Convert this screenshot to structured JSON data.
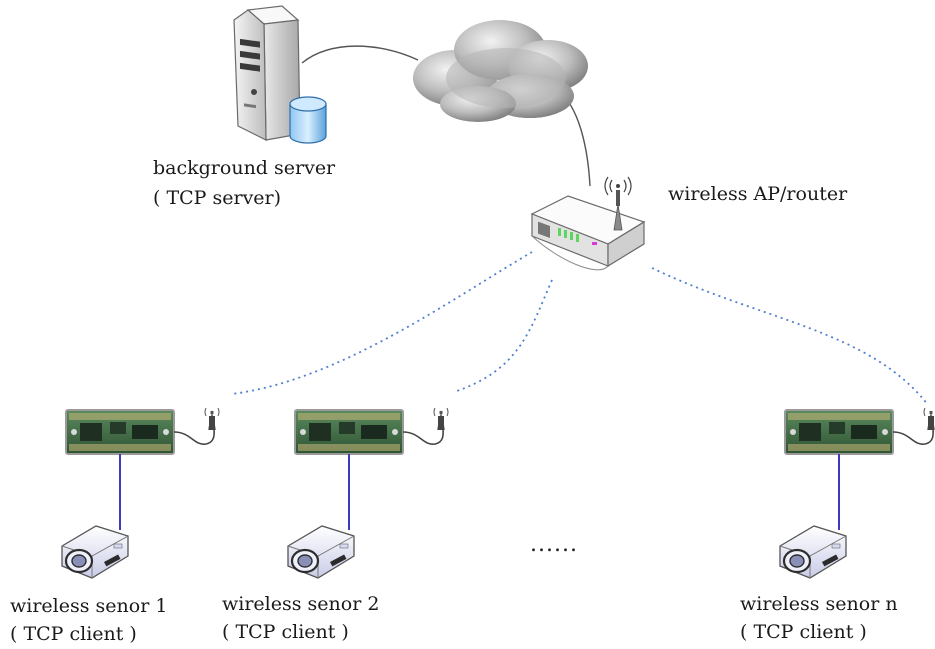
{
  "server": {
    "label": "background server",
    "sublabel": "( TCP server)",
    "icon": "server-tower-icon"
  },
  "cloud": {
    "icon": "internet-cloud-icon"
  },
  "router": {
    "label": "wireless AP/router",
    "icon": "wireless-router-icon"
  },
  "sensors": [
    {
      "label": "wireless senor 1",
      "sublabel": "( TCP client )"
    },
    {
      "label": "wireless senor 2",
      "sublabel": "( TCP client )"
    },
    {
      "label": "wireless senor n",
      "sublabel": "( TCP client )"
    }
  ],
  "ellipsis": "......",
  "colors": {
    "wired_link": "#555555",
    "wireless_link": "#4f7fcf",
    "device_link": "#3b3bbf",
    "board_green": "#3c6b40",
    "cloud_gray": "#8c8c8c"
  }
}
